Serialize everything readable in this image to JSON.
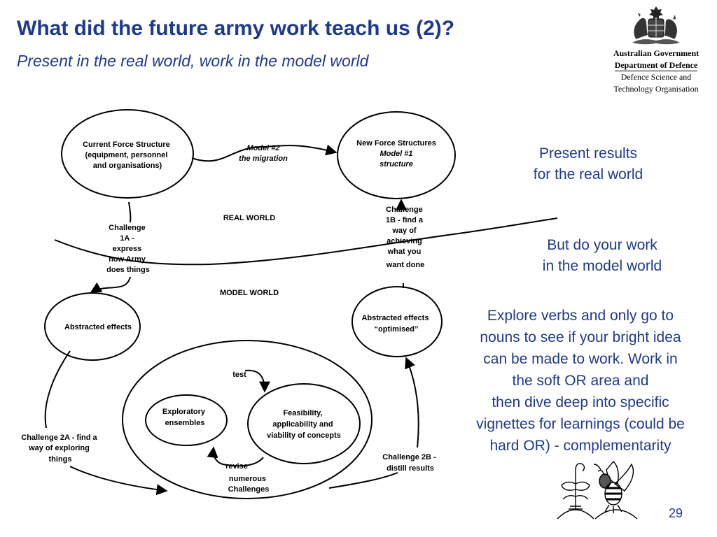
{
  "slide": {
    "title": "What did the future army work teach us (2)?",
    "subtitle": "Present in the real world, work in the model world",
    "page_number": "29"
  },
  "logo": {
    "line1": "Australian Government",
    "line2": "Department of Defence",
    "line3": "Defence Science and",
    "line4": "Technology Organisation",
    "icon": "coat-of-arms-icon"
  },
  "diagram": {
    "current_force": [
      "Current Force Structure",
      "(equipment, personnel",
      "and organisations)"
    ],
    "new_force": {
      "line1": "New Force Structures",
      "line2": "Model #1",
      "line3": "structure"
    },
    "model2": {
      "line1": "Model #2",
      "line2": "the migration"
    },
    "real_world": "REAL WORLD",
    "model_world": "MODEL WORLD",
    "challenge_1a": [
      "Challenge",
      "1A -",
      "express",
      "how Army",
      "does things"
    ],
    "challenge_1b": [
      "Challenge",
      "1B - find a",
      "way of",
      "achieving",
      "what you",
      "want done"
    ],
    "abstracted_effects": "Abstracted effects",
    "abstracted_optimised": [
      "Abstracted effects",
      "“optimised”"
    ],
    "exploratory": [
      "Exploratory",
      "ensembles"
    ],
    "feasibility": [
      "Feasibility,",
      "applicability and",
      "viability of concepts"
    ],
    "test": "test",
    "revise": "revise",
    "numerous": [
      "numerous",
      "Challenges"
    ],
    "challenge_2a": [
      "Challenge 2A - find a",
      "way of exploring",
      "things"
    ],
    "challenge_2b": [
      "Challenge 2B -",
      "distill results"
    ]
  },
  "side_text": {
    "present_results": [
      "Present results",
      "for the real world"
    ],
    "model_work": [
      "But do your work",
      "in the model world"
    ],
    "explore": [
      "Explore verbs and only go to",
      "nouns to see if your bright idea",
      "can be made to work. Work in",
      "the soft OR area and",
      "then dive deep into specific",
      "vignettes for learnings (could be",
      "hard OR) - complementarity"
    ]
  },
  "clipart": {
    "icon": "plant-and-bee-clipart-icon"
  }
}
